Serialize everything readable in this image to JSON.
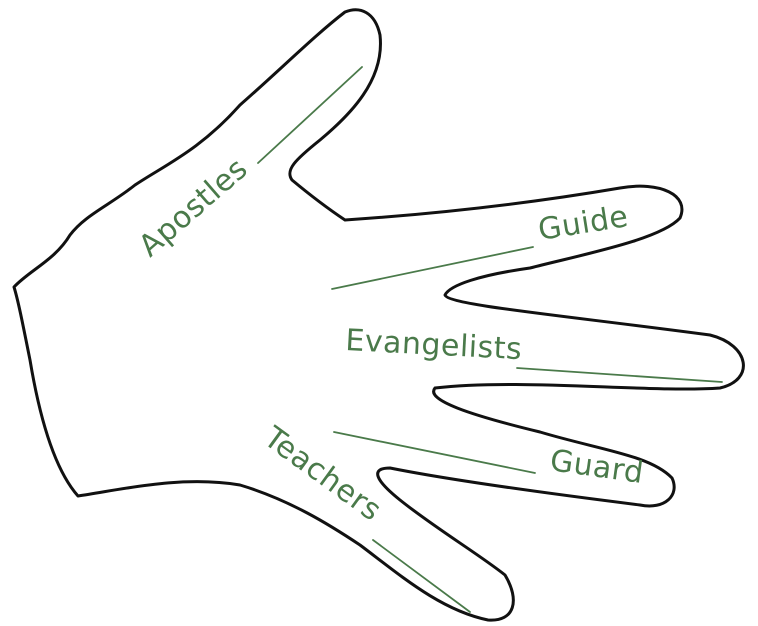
{
  "colors": {
    "outline": "#111111",
    "label": "#4a7a4a",
    "background": "#ffffff"
  },
  "labels": {
    "thumb": "Apostles",
    "index": "Guide",
    "middle": "Evangelists",
    "ring": "Guard",
    "little": "Teachers"
  }
}
